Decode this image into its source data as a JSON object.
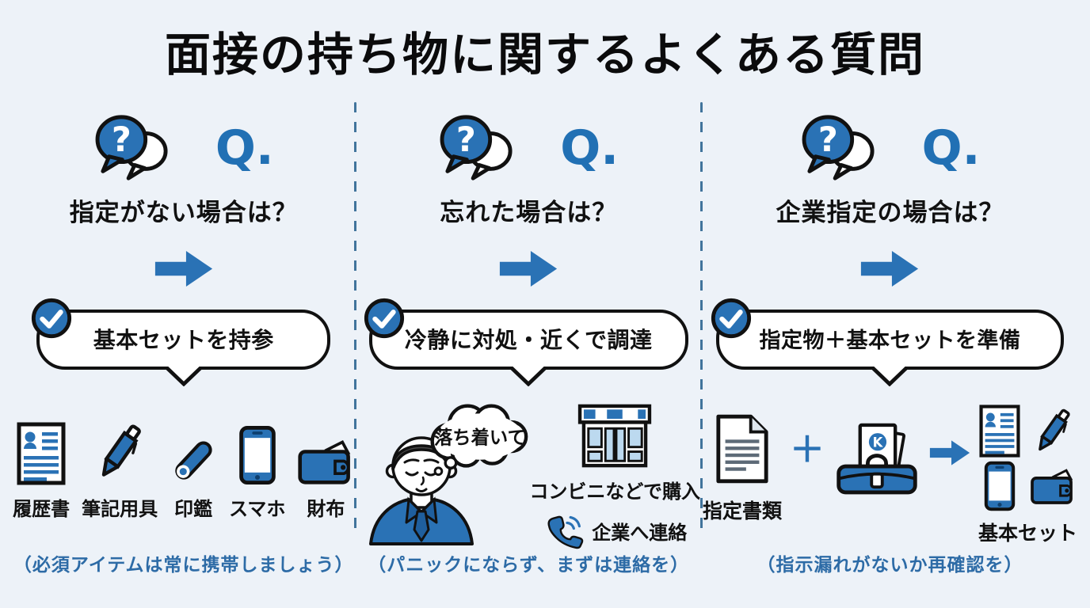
{
  "title": "面接の持ち物に関するよくある質問",
  "q_glyph": "?",
  "columns": [
    {
      "q_label": "Q.",
      "question": "指定がない場合は？",
      "answer": "基本セットを持参",
      "items": [
        {
          "icon": "resume-icon",
          "label": "履歴書"
        },
        {
          "icon": "pen-icon",
          "label": "筆記用具"
        },
        {
          "icon": "stamp-icon",
          "label": "印鑑"
        },
        {
          "icon": "smartphone-icon",
          "label": "スマホ"
        },
        {
          "icon": "wallet-icon",
          "label": "財布"
        }
      ],
      "note": "（必須アイテムは常に携帯しましょう）"
    },
    {
      "q_label": "Q.",
      "question": "忘れた場合は？",
      "answer": "冷静に対処・近くで調達",
      "thought_bubble": "落ち着いて",
      "store_caption": "コンビニなどで購入",
      "phone_caption": "企業へ連絡",
      "icons": [
        "thinking-person-icon",
        "thought-cloud-icon",
        "convenience-store-icon",
        "phone-call-icon"
      ],
      "note": "（パニックにならず、まずは連絡を）"
    },
    {
      "q_label": "Q.",
      "question": "企業指定の場合は？",
      "answer": "指定物＋基本セットを準備",
      "doc_label": "指定書類",
      "plus_sign": "＋",
      "briefcase_logo": "K",
      "set_label": "基本セット",
      "icons": [
        "document-icon",
        "plus-icon",
        "briefcase-icon",
        "arrow-icon",
        "resume-icon",
        "pen-icon",
        "smartphone-icon",
        "wallet-icon"
      ],
      "note": "（指示漏れがないか再確認を）"
    }
  ],
  "colors": {
    "background": "#edf2f8",
    "primary_blue": "#2a72b5",
    "q_blue": "#2170b4",
    "note_blue": "#2d6ba6",
    "outline": "#111111",
    "light_blue_fill": "#bcd9ef"
  }
}
